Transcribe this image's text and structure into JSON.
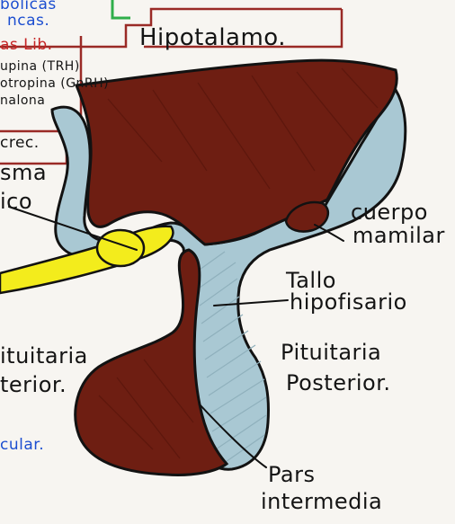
{
  "colors": {
    "brown": "#6e1e12",
    "light_blue": "#a9c8d3",
    "yellow": "#f3ec1c",
    "outline": "#121212",
    "paper": "#f7f5f1",
    "frame_red": "#9a2a26",
    "blue_ink": "#1c4ed0",
    "red_ink": "#c52323",
    "green_ink": "#2fae4a"
  },
  "header": {
    "title": "Hipotalamo."
  },
  "labels": {
    "cuerpo_mamilar_line1": "cuerpo",
    "cuerpo_mamilar_line2": "mamilar",
    "tallo_line1": "Tallo",
    "tallo_line2": "hipofisario",
    "pit_post_line1": "Pituitaria",
    "pit_post_line2": "Posterior.",
    "pars_line1": "Pars",
    "pars_line2": "intermedia",
    "pit_ant_line1": "ituitaria",
    "pit_ant_line2": "terior."
  },
  "cut_text": {
    "top_line1": "bolicas",
    "top_line2": "ncas.",
    "red_line": "as Lib.",
    "list_line1": "upina (TRH)",
    "list_line2": "otropina (GnRH)",
    "list_line3": "nalona",
    "crec": "crec.",
    "left_line1": "sma",
    "left_line2": "ico",
    "bottom_left": "cular."
  }
}
